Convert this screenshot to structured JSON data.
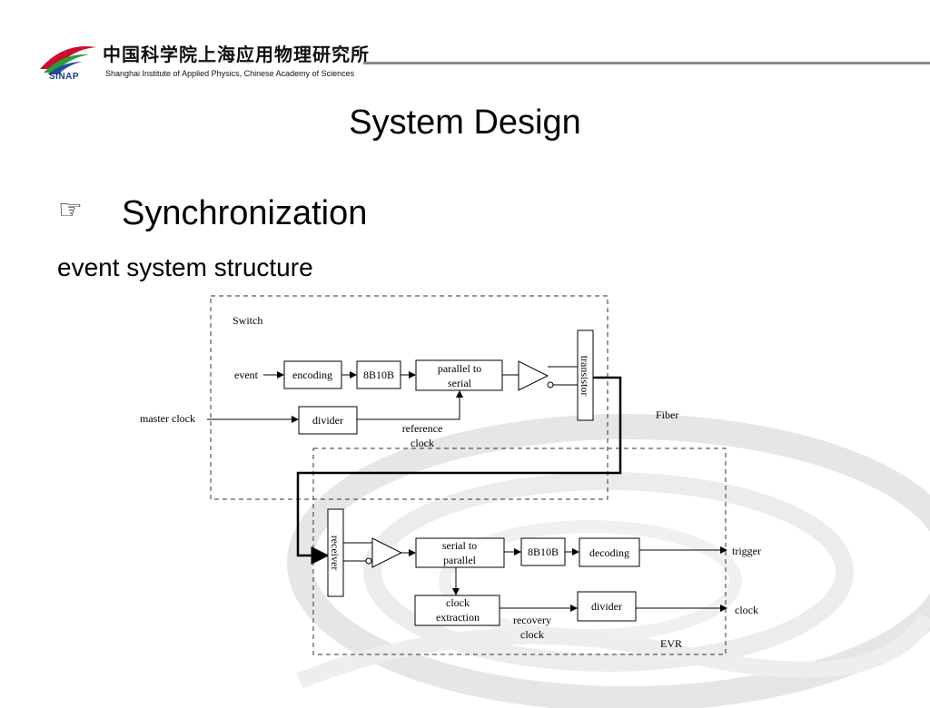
{
  "header": {
    "logo_text": "SINAP",
    "institute_cn": "中国科学院上海应用物理研究所",
    "institute_en": "Shanghai Institute of Applied Physics, Chinese Academy of Sciences"
  },
  "slide": {
    "title": "System Design",
    "bullet_icon": "pointing-hand-icon",
    "bullet": "Synchronization",
    "subtitle": "event system structure"
  },
  "diagram": {
    "switch_label": "Switch",
    "evr_label": "EVR",
    "fiber_label": "Fiber",
    "event_label": "event",
    "master_clock_label": "master clock",
    "encoding": "encoding",
    "enc_8b10b": "8B10B",
    "parallel_to_serial": [
      "parallel to",
      "serial"
    ],
    "divider_top": "divider",
    "reference_clock": [
      "reference",
      "clock"
    ],
    "transistor": "transistor",
    "receiver": "receiver",
    "serial_to_parallel": [
      "serial to",
      "parallel"
    ],
    "dec_8b10b": "8B10B",
    "decoding": "decoding",
    "trigger": "trigger",
    "clock_extraction": [
      "clock",
      "extraction"
    ],
    "divider_bottom": "divider",
    "recovery_clock": [
      "recovery",
      "clock"
    ],
    "clock_out": "clock"
  }
}
